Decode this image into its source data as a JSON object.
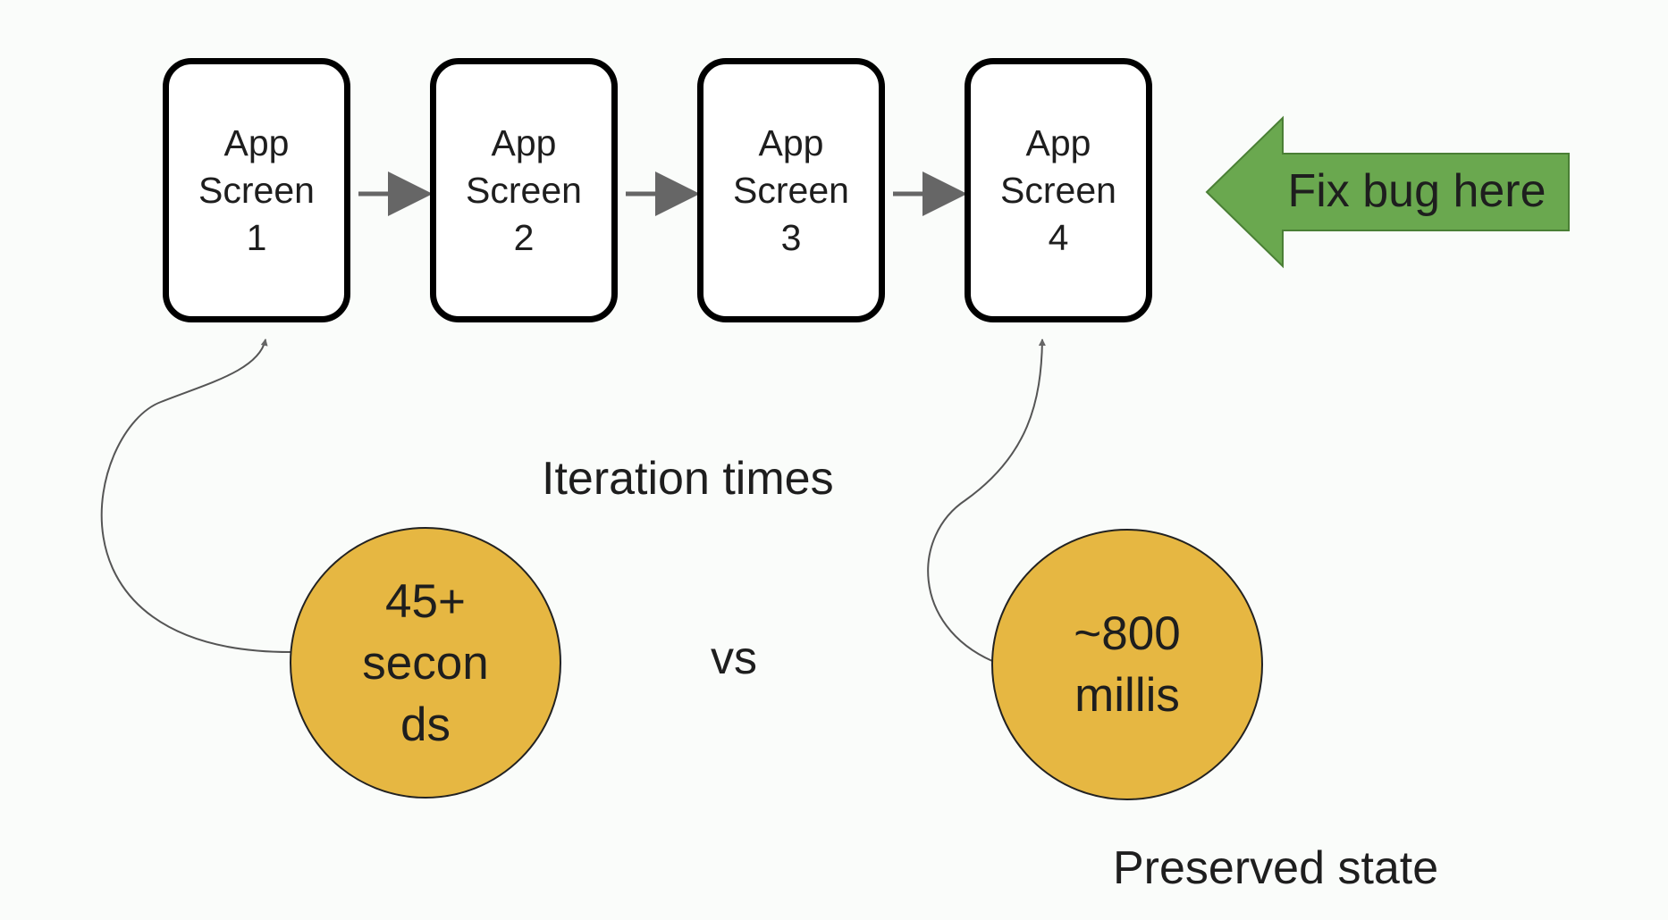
{
  "screens": [
    {
      "line1": "App",
      "line2": "Screen",
      "line3": "1"
    },
    {
      "line1": "App",
      "line2": "Screen",
      "line3": "2"
    },
    {
      "line1": "App",
      "line2": "Screen",
      "line3": "3"
    },
    {
      "line1": "App",
      "line2": "Screen",
      "line3": "4"
    }
  ],
  "callout": {
    "label": "Fix bug here",
    "color": "#6aa84f"
  },
  "heading": "Iteration times",
  "comparison": {
    "left": {
      "line1": "45+",
      "line2": "secon",
      "line3": "ds"
    },
    "separator": "vs",
    "right": {
      "line1": "~800",
      "line2": "millis"
    },
    "circle_color": "#e6b742"
  },
  "footer": "Preserved state"
}
